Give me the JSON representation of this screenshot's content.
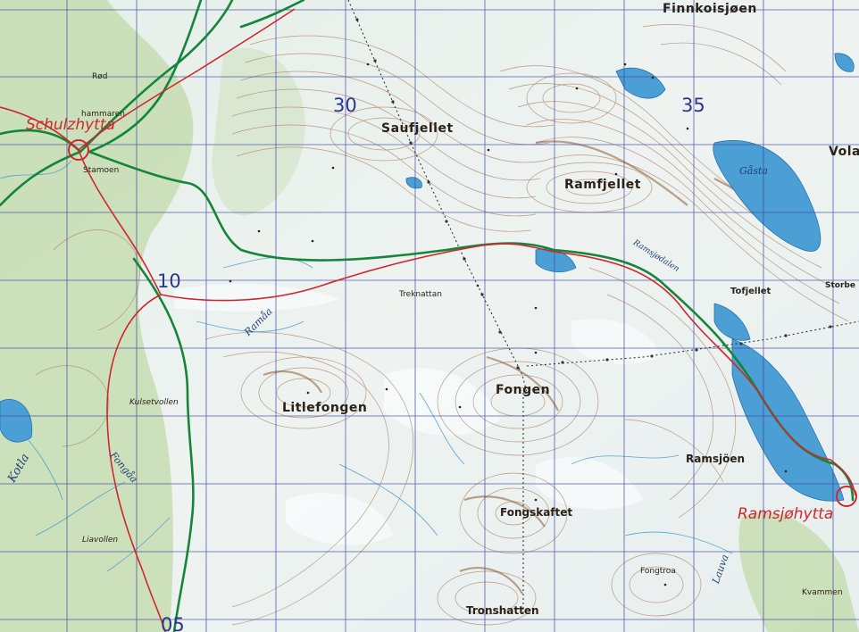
{
  "map": {
    "huts": [
      {
        "id": "schulzhytta",
        "label": "Schulzhytta"
      },
      {
        "id": "ramsjohytta",
        "label": "Ramsjøhytta"
      }
    ],
    "grid_numbers": [
      {
        "id": "30",
        "label": "30"
      },
      {
        "id": "35",
        "label": "35"
      },
      {
        "id": "10",
        "label": "10"
      },
      {
        "id": "05",
        "label": "05"
      }
    ],
    "places": [
      {
        "id": "finnkoisjoen",
        "label": "Finnkoisjøen"
      },
      {
        "id": "saufjellet",
        "label": "Saufjellet"
      },
      {
        "id": "ramfjellet",
        "label": "Ramfjellet"
      },
      {
        "id": "vola",
        "label": "Vola"
      },
      {
        "id": "gasta",
        "label": "Gåsta"
      },
      {
        "id": "tofjellet",
        "label": "Tofjellet"
      },
      {
        "id": "storbe",
        "label": "Storbe"
      },
      {
        "id": "treknattan",
        "label": "Treknattan"
      },
      {
        "id": "fongen",
        "label": "Fongen"
      },
      {
        "id": "litlefongen",
        "label": "Litlefongen"
      },
      {
        "id": "ramsjoen",
        "label": "Ramsjöen"
      },
      {
        "id": "fongskaftet",
        "label": "Fongskaftet"
      },
      {
        "id": "fongtroa",
        "label": "Fongtroa"
      },
      {
        "id": "tronshatten",
        "label": "Tronshatten"
      },
      {
        "id": "rod",
        "label": "Rød"
      },
      {
        "id": "hammaren",
        "label": "hammaren"
      },
      {
        "id": "stamoen",
        "label": "Stamoen"
      },
      {
        "id": "fongaa",
        "label": "Fongåa"
      },
      {
        "id": "ramaa",
        "label": "Ramåa"
      },
      {
        "id": "kotla",
        "label": "Kotla"
      },
      {
        "id": "liavollen",
        "label": "Liavollen"
      },
      {
        "id": "kulsetvollen",
        "label": "Kulsetvollen"
      },
      {
        "id": "lauva",
        "label": "Lauva"
      },
      {
        "id": "kvammen",
        "label": "Kvammen"
      },
      {
        "id": "ramsjodalen",
        "label": "Ramsjødalen"
      }
    ]
  },
  "colors": {
    "route_red": "#d0262d",
    "road_green": "#15853a",
    "grid_blue": "#3a43a0",
    "contour_brown": "#a77a55",
    "lake_blue": "#3f97cf",
    "power_line": "#3b3b3b",
    "forest_green": "#b9d6a8"
  }
}
